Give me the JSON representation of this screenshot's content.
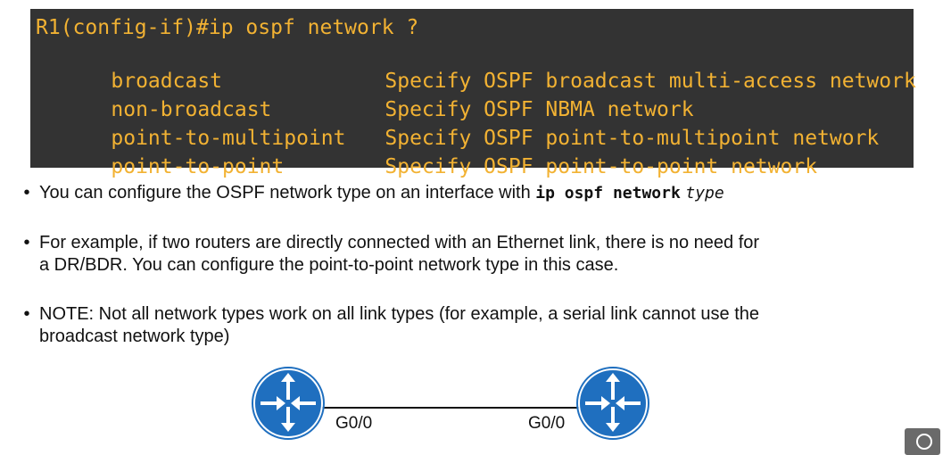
{
  "terminal": {
    "prompt": "R1(config-if)#ip ospf network ?",
    "options": [
      {
        "name": "broadcast",
        "description": "Specify OSPF broadcast multi-access network"
      },
      {
        "name": "non-broadcast",
        "description": "Specify OSPF NBMA network"
      },
      {
        "name": "point-to-multipoint",
        "description": "Specify OSPF point-to-multipoint network"
      },
      {
        "name": "point-to-point",
        "description": "Specify OSPF point-to-point network"
      }
    ]
  },
  "bullets": {
    "b1_text": "You can configure the OSPF network type on an interface with ",
    "b1_cmd": "ip ospf network",
    "b1_arg": "type",
    "b2_line1": "For example, if two routers are directly connected with an Ethernet link, there is no need for",
    "b2_line2": "a DR/BDR.  You can configure the point-to-point network type in this case.",
    "b3_line1": "NOTE: Not all network types work on all link types (for example, a serial link cannot use the",
    "b3_line2": "broadcast network type)"
  },
  "diagram": {
    "left_interface": "G0/0",
    "right_interface": "G0/0",
    "router_color": "#1f6fbf"
  }
}
